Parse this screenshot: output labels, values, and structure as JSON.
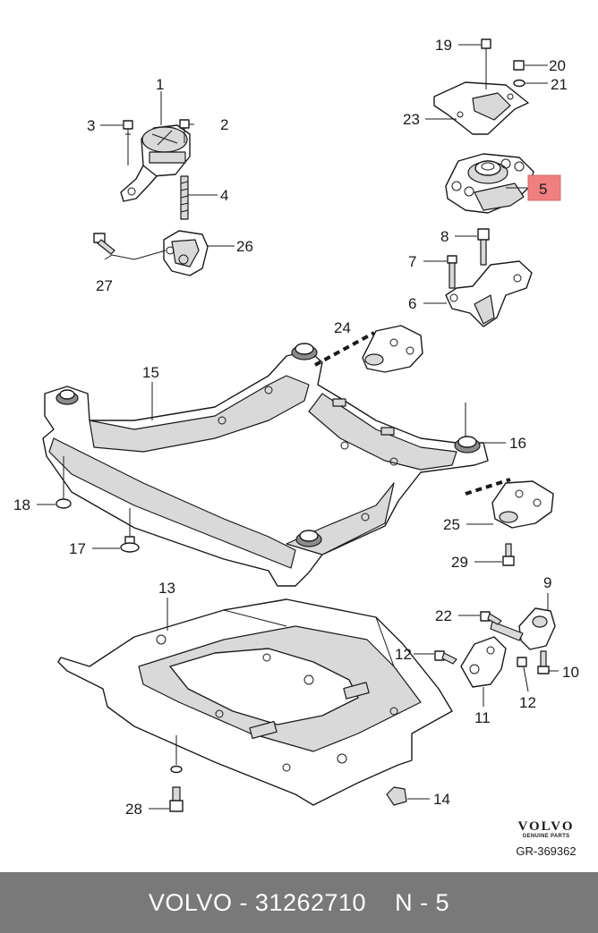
{
  "callouts": {
    "c1": "1",
    "c2": "2",
    "c3": "3",
    "c4": "4",
    "c5": "5",
    "c6": "6",
    "c7": "7",
    "c8": "8",
    "c9": "9",
    "c10": "10",
    "c11": "11",
    "c12a": "12",
    "c12b": "12",
    "c13": "13",
    "c14": "14",
    "c15": "15",
    "c16": "16",
    "c17": "17",
    "c18": "18",
    "c19": "19",
    "c20": "20",
    "c21": "21",
    "c22": "22",
    "c23": "23",
    "c24": "24",
    "c25": "25",
    "c26": "26",
    "c27": "27",
    "c28": "28",
    "c29": "29"
  },
  "highlight": {
    "color": "#f08080"
  },
  "brand": {
    "logo": "VOLVO",
    "subtitle": "GENUINE PARTS",
    "ref_code": "GR-369362"
  },
  "footer": {
    "text": "VOLVO - 31262710    N - 5",
    "background": "#797979"
  }
}
